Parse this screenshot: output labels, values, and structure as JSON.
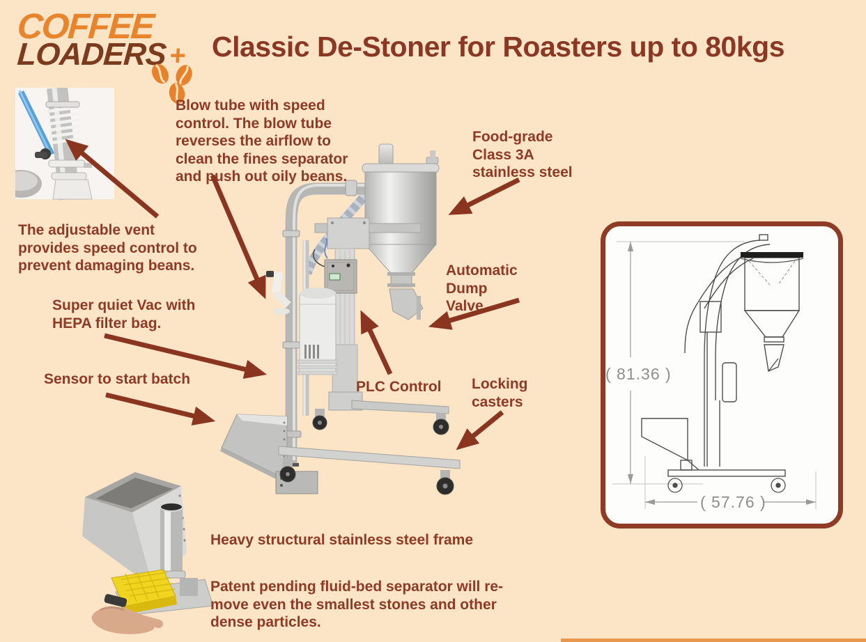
{
  "colors": {
    "background": "#fce4c6",
    "text_maroon": "#8d3a26",
    "arrow": "#8a3520",
    "logo_orange": "#e8842c",
    "logo_brown": "#7c3a1e",
    "panel_border": "#8f3c26",
    "panel_background": "#fdfdfc",
    "bottom_bar_orange": "#e9984f",
    "separator_tray_yellow": "#f0d520"
  },
  "logo": {
    "word1": "COFFEE",
    "word2": "LOADERS",
    "plus": "+",
    "icon": "coffee-beans-icon"
  },
  "title": "Classic De-Stoner for Roasters up to 80kgs",
  "callouts": {
    "blow_tube": "Blow tube with speed control. The blow tube reverses the airflow to clean the fines separator and push out oily beans.",
    "food_grade": "Food-grade Class 3A stainless steel",
    "adjustable_vent": "The adjustable vent provides speed control to prevent damaging beans.",
    "automatic_dump_valve": "Automatic Dump Valve",
    "super_quiet_vac": "Super quiet Vac with HEPA filter bag.",
    "plc_control": "PLC Control",
    "sensor_start_batch": "Sensor to start batch",
    "locking_casters": "Locking casters",
    "steel_frame": "Heavy structural stainless steel frame",
    "patent_separator": "Patent pending fluid-bed separator will re-move even the smallest stones and other dense particles."
  },
  "technical_drawing": {
    "height_dimension": "( 81.36 )",
    "width_dimension": "( 57.76 )"
  }
}
